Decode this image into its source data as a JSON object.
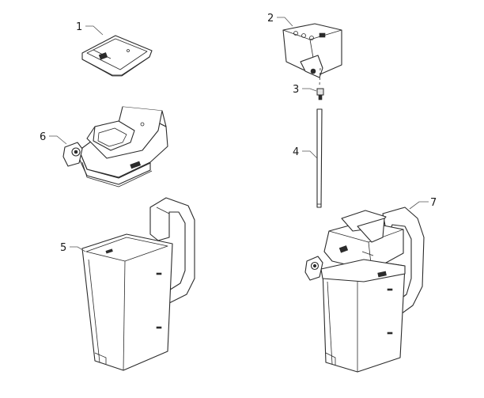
{
  "callouts": [
    {
      "id": "lid",
      "label": "1"
    },
    {
      "id": "top-unit",
      "label": "2"
    },
    {
      "id": "connector",
      "label": "3"
    },
    {
      "id": "tube",
      "label": "4"
    },
    {
      "id": "jug",
      "label": "5"
    },
    {
      "id": "frother-top",
      "label": "6"
    },
    {
      "id": "assembled",
      "label": "7"
    }
  ]
}
